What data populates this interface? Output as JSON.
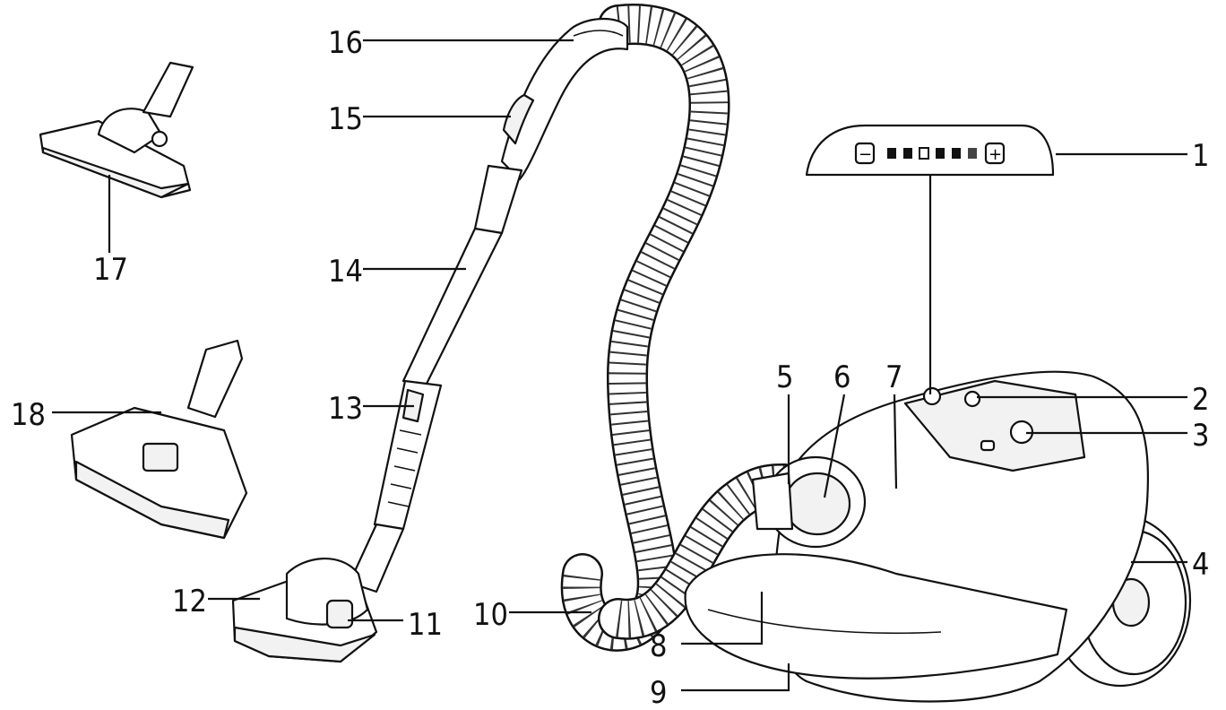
{
  "diagram": {
    "callouts": [
      {
        "id": "1",
        "label": "1"
      },
      {
        "id": "2",
        "label": "2"
      },
      {
        "id": "3",
        "label": "3"
      },
      {
        "id": "4",
        "label": "4"
      },
      {
        "id": "5",
        "label": "5"
      },
      {
        "id": "6",
        "label": "6"
      },
      {
        "id": "7",
        "label": "7"
      },
      {
        "id": "8",
        "label": "8"
      },
      {
        "id": "9",
        "label": "9"
      },
      {
        "id": "10",
        "label": "10"
      },
      {
        "id": "11",
        "label": "11"
      },
      {
        "id": "12",
        "label": "12"
      },
      {
        "id": "13",
        "label": "13"
      },
      {
        "id": "14",
        "label": "14"
      },
      {
        "id": "15",
        "label": "15"
      },
      {
        "id": "16",
        "label": "16"
      },
      {
        "id": "17",
        "label": "17"
      },
      {
        "id": "18",
        "label": "18"
      }
    ],
    "control_panel": {
      "minus_symbol": "−",
      "plus_symbol": "+"
    }
  }
}
